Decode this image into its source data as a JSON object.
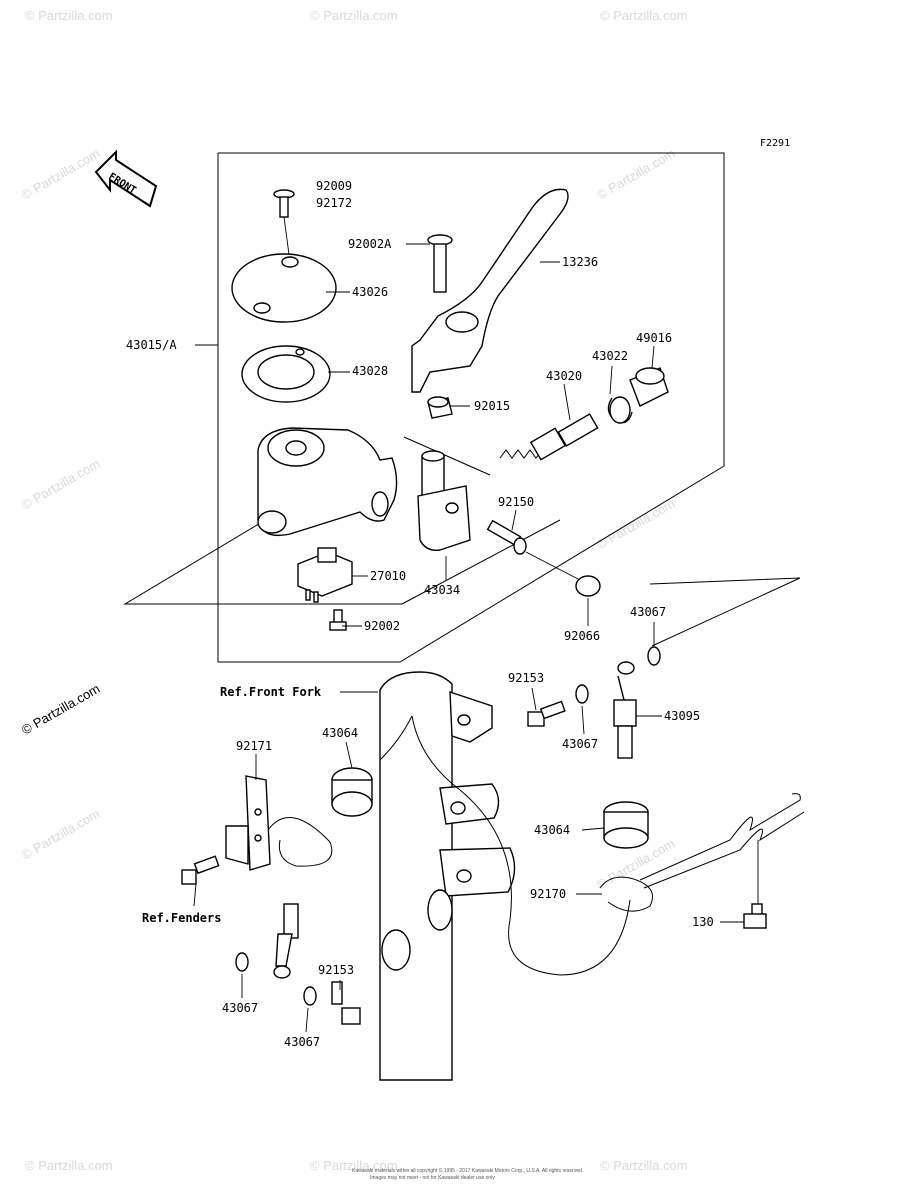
{
  "diagram_code": "F2291",
  "front_arrow_label": "FRONT",
  "watermark": "© Partzilla.com",
  "footer_line1": "Kawasaki materials within all copyright © 1995 - 2017 Kawasaki Motors Corp., U.S.A. All rights reserved.",
  "footer_line2": "Images may not meet - not for Kawasaki dealer use only",
  "refs": {
    "front_fork": "Ref.Front Fork",
    "fenders": "Ref.Fenders"
  },
  "parts": {
    "p92009": "92009",
    "p92172": "92172",
    "p92002A": "92002A",
    "p13236": "13236",
    "p43026": "43026",
    "p43015A": "43015/A",
    "p43028": "43028",
    "p49016": "49016",
    "p43022": "43022",
    "p43020": "43020",
    "p92015": "92015",
    "p92150": "92150",
    "p27010": "27010",
    "p43034": "43034",
    "p92002": "92002",
    "p92066": "92066",
    "p43067_a": "43067",
    "p92153_a": "92153",
    "p43095": "43095",
    "p43067_b": "43067",
    "p92171": "92171",
    "p43064_a": "43064",
    "p43064_b": "43064",
    "p92170": "92170",
    "p130": "130",
    "p92153_b": "92153",
    "p43067_c": "43067",
    "p43067_d": "43067"
  }
}
